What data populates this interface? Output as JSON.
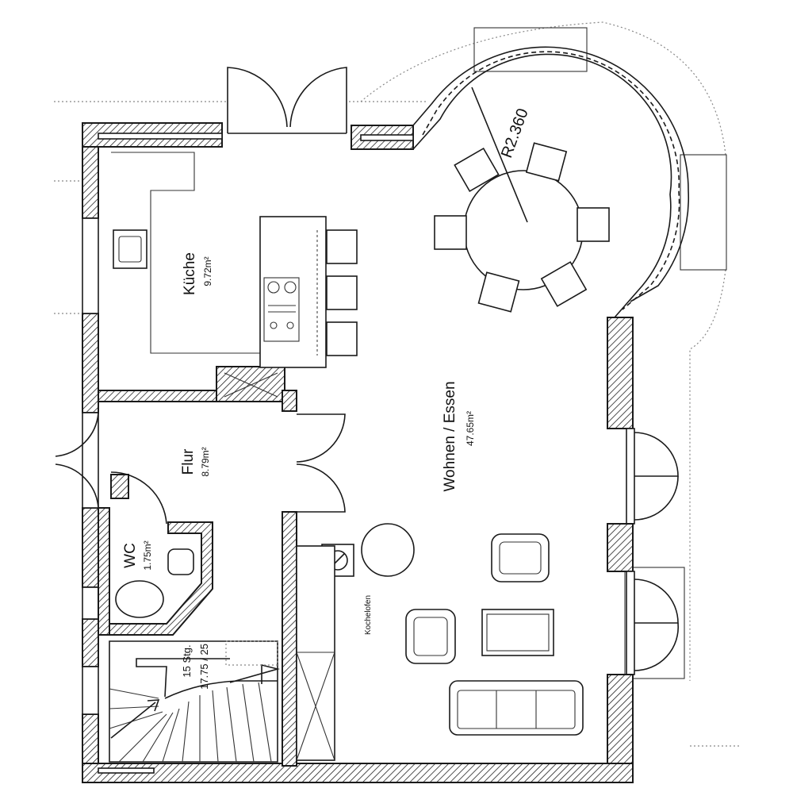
{
  "rooms": {
    "kueche": {
      "name": "Küche",
      "area": "9.72m²"
    },
    "wohnen": {
      "name": "Wohnen / Essen",
      "area": "47.65m²"
    },
    "flur": {
      "name": "Flur",
      "area": "8.79m²"
    },
    "wc": {
      "name": "WC",
      "area": "1.75m²"
    }
  },
  "stairs": {
    "steps": "15 Stg.",
    "ratio": "17.75 / 25"
  },
  "annotations": {
    "radius": "R2.360",
    "stove": "Kochelofen"
  }
}
